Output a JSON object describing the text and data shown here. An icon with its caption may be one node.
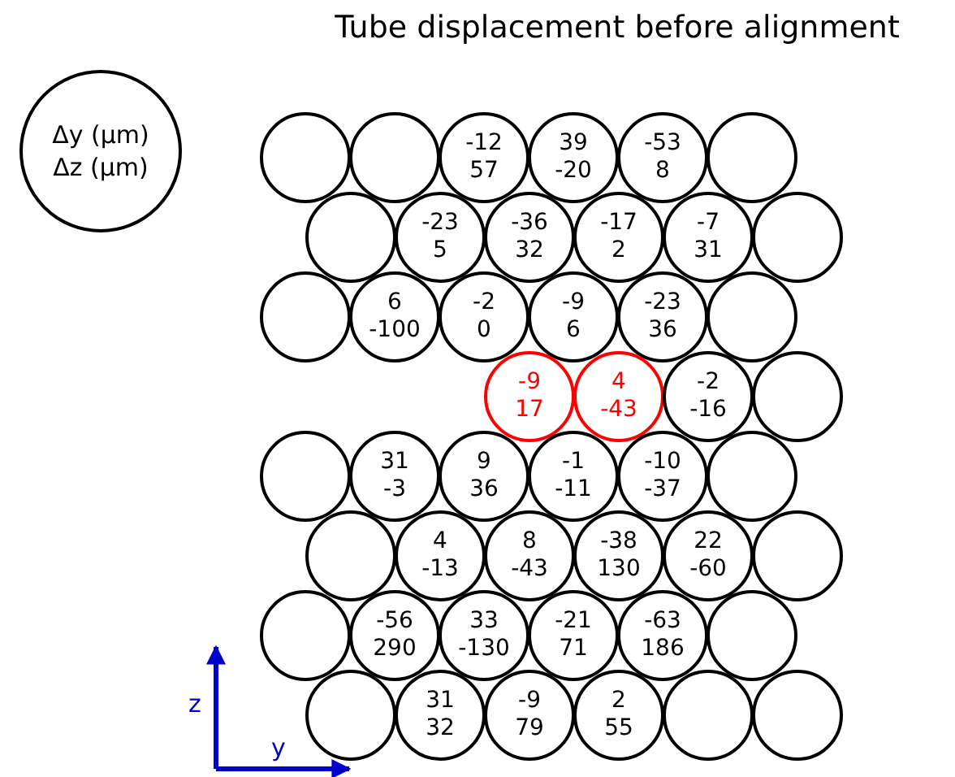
{
  "diagram": {
    "title": "Tube displacement before alignment",
    "nodes": [
      {
        "text": [
          "Δy (μm)",
          "Δz (μm)"
        ]
      },
      {
        "text": [],
        "shape": "circle"
      },
      {
        "text": [],
        "shape": "circle"
      },
      {
        "text": [
          "-12",
          "57"
        ]
      },
      {
        "text": [
          "39",
          "-20"
        ]
      },
      {
        "text": [
          "-53",
          "8"
        ]
      },
      {
        "text": [],
        "shape": "circle"
      },
      {
        "text": [],
        "shape": "circle"
      },
      {
        "text": [
          "-23",
          "5"
        ]
      },
      {
        "text": [
          "-36",
          "32"
        ]
      },
      {
        "text": [
          "-17",
          "2"
        ]
      },
      {
        "text": [
          "-7",
          "31"
        ]
      },
      {
        "text": [],
        "shape": "circle"
      },
      {
        "text": [],
        "shape": "circle"
      },
      {
        "text": [
          "6",
          "-100"
        ]
      },
      {
        "text": [
          "-2",
          "0"
        ]
      },
      {
        "text": [
          "-9",
          "6"
        ]
      },
      {
        "text": [
          "-23",
          "36"
        ]
      },
      {
        "text": [],
        "shape": "circle"
      },
      {
        "text": [
          "-9",
          "17"
        ]
      },
      {
        "text": [
          "4",
          "-43"
        ]
      },
      {
        "text": [
          "-2",
          "-16"
        ]
      },
      {
        "text": [],
        "shape": "circle"
      },
      {
        "text": [],
        "shape": "circle"
      },
      {
        "text": [
          "31",
          "-3"
        ]
      },
      {
        "text": [
          "9",
          "36"
        ]
      },
      {
        "text": [
          "-1",
          "-11"
        ]
      },
      {
        "text": [
          "-10",
          "-37"
        ]
      },
      {
        "text": [],
        "shape": "circle"
      },
      {
        "text": [],
        "shape": "circle"
      },
      {
        "text": [
          "4",
          "-13"
        ]
      },
      {
        "text": [
          "8",
          "-43"
        ]
      },
      {
        "text": [
          "-38",
          "130"
        ]
      },
      {
        "text": [
          "22",
          "-60"
        ]
      },
      {
        "text": [],
        "shape": "circle"
      },
      {
        "text": [],
        "shape": "circle"
      },
      {
        "text": [
          "-56",
          "290"
        ]
      },
      {
        "text": [
          "33",
          "-130"
        ]
      },
      {
        "text": [
          "-21",
          "71"
        ]
      },
      {
        "text": [
          "-63",
          "186"
        ]
      },
      {
        "text": [],
        "shape": "circle"
      },
      {
        "text": [],
        "shape": "circle"
      },
      {
        "text": [
          "31",
          "32"
        ]
      },
      {
        "text": [
          "-9",
          "79"
        ]
      },
      {
        "text": [
          "2",
          "55"
        ]
      },
      {
        "text": [],
        "shape": "circle"
      },
      {
        "text": [],
        "shape": "circle"
      }
    ],
    "labels": [
      "z",
      "y"
    ]
  }
}
